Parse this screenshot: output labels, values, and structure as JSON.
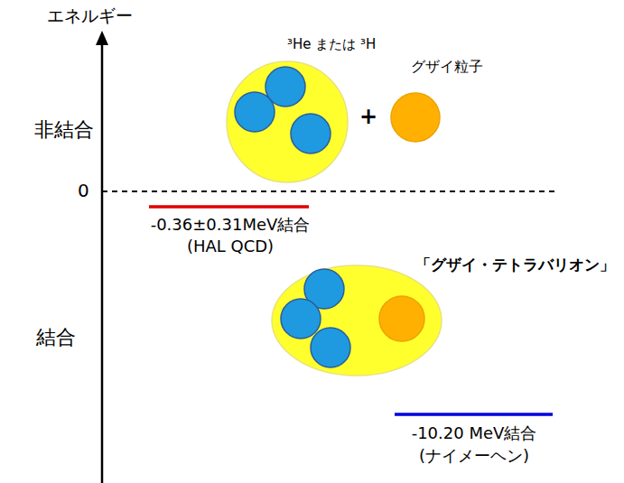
{
  "diagram": {
    "nodes": [
      {
        "text": [
          "³He または ³H"
        ]
      },
      {
        "text": [
          "グザイ粒子"
        ]
      },
      {
        "text": [
          "「グザイ・テトラバリオン」"
        ]
      }
    ],
    "labels": [
      "エネルギー",
      "非結合",
      "0",
      "結合",
      "+",
      "-0.36±0.31MeV結合",
      "(HAL QCD)",
      "-10.20 MeV結合",
      "(ナイメーヘン)"
    ]
  }
}
